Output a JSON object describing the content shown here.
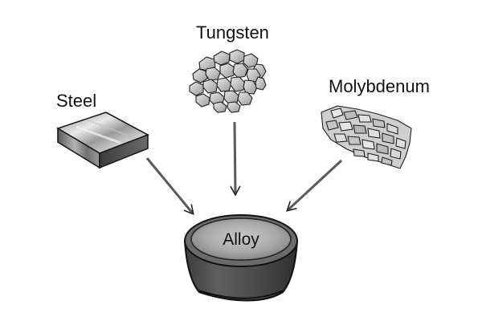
{
  "diagram": {
    "inputs": [
      {
        "id": "steel",
        "label": "Steel"
      },
      {
        "id": "tungsten",
        "label": "Tungsten"
      },
      {
        "id": "molybdenum",
        "label": "Molybdenum"
      }
    ],
    "output": {
      "id": "alloy",
      "label": "Alloy"
    }
  }
}
